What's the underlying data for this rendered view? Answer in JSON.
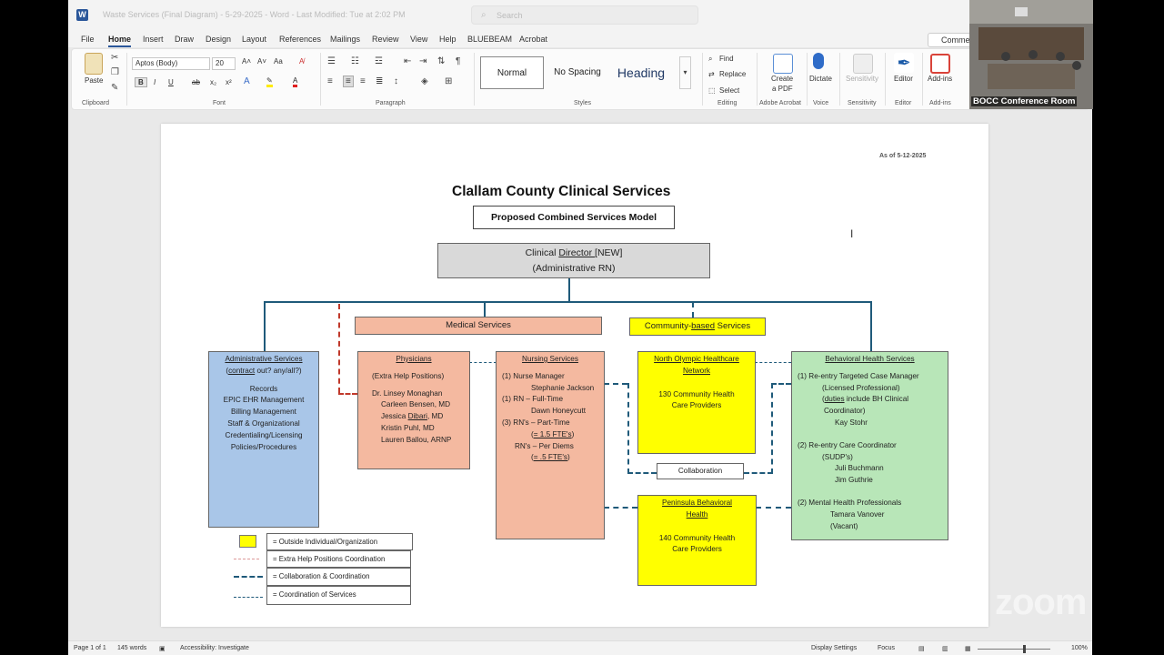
{
  "titlebar": {
    "app_icon": "W",
    "doc_title": "Waste Services (Final Diagram) - 5-29-2025 - Word - Last Modified: Tue at 2:02 PM",
    "search_placeholder": "Search"
  },
  "menu": {
    "tabs": [
      "File",
      "Home",
      "Insert",
      "Draw",
      "Design",
      "Layout",
      "References",
      "Mailings",
      "Review",
      "View",
      "Help",
      "BLUEBEAM",
      "Acrobat"
    ],
    "active": "Home",
    "comments": "Comme"
  },
  "ribbon": {
    "clipboard": {
      "paste": "Paste",
      "label": "Clipboard"
    },
    "font": {
      "name": "Aptos (Body)",
      "size": "20",
      "label": "Font"
    },
    "paragraph": {
      "label": "Paragraph"
    },
    "styles": {
      "items": [
        "Normal",
        "No Spacing",
        "Heading"
      ],
      "label": "Styles"
    },
    "editing": {
      "find": "Find",
      "replace": "Replace",
      "select": "Select",
      "label": "Editing"
    },
    "acrobat": {
      "create_pdf_1": "Create",
      "create_pdf_2": "a PDF",
      "label": "Adobe Acrobat"
    },
    "voice": {
      "dictate": "Dictate",
      "label": "Voice"
    },
    "sensitivity": {
      "btn": "Sensitivity",
      "label": "Sensitivity"
    },
    "editor": {
      "btn": "Editor",
      "label": "Editor"
    },
    "addins": {
      "btn": "Add-ins",
      "label": "Add-ins"
    }
  },
  "doc": {
    "as_of": "As of 5-12-2025",
    "title": "Clallam County Clinical Services",
    "subtitle": "Proposed Combined Services Model",
    "director": {
      "line1a": "Clinical ",
      "line1b": "Director ",
      "line1c": " [NEW]",
      "line2": "(Administrative RN)"
    },
    "medical": "Medical Services",
    "community": {
      "a": "Community-",
      "b": "based",
      "c": " Services"
    },
    "admin": {
      "title": "Administrative Services",
      "sub_a": "(",
      "sub_b": "contract",
      "sub_c": " out?  any/all?)",
      "items": [
        "Records",
        "EPIC EHR Management",
        "Billing Management",
        "Staff & Organizational",
        "Credentialing/Licensing",
        "Policies/Procedures"
      ]
    },
    "physicians": {
      "title": "Physicians",
      "sub": "(Extra Help Positions)",
      "n1": "Dr. Linsey Monaghan",
      "n2": "Carleen Bensen, MD",
      "n3a": "Jessica ",
      "n3b": "Dibari",
      "n3c": ", MD",
      "n4": "Kristin Puhl, MD",
      "n5": "Lauren Ballou, ARNP"
    },
    "nursing": {
      "title": "Nursing Services",
      "l1": "(1)   Nurse Manager",
      "l2": "Stephanie Jackson",
      "l3": "(1)   RN – Full-Time",
      "l4": "Dawn Honeycutt",
      "l5": "(3)   RN's – Part-Time",
      "l6a": "(",
      "l6b": "= 1.5 FTE's",
      "l6c": ")",
      "l7": "RN's – Per Diems",
      "l8a": "(",
      "l8b": "= .5 FTE's",
      "l8c": ")"
    },
    "nohn": {
      "title1": "North Olympic Healthcare",
      "title2": "Network",
      "sub1": "130 Community Health",
      "sub2": "Care Providers"
    },
    "collab": "Collaboration",
    "peninsula": {
      "title1": "Peninsula Behavioral",
      "title2": "Health",
      "sub1": "140 Community Health",
      "sub2": "Care Providers"
    },
    "bh": {
      "title": "Behavioral Health Services",
      "l1": "(1)   Re-entry Targeted Case Manager",
      "l2": "(Licensed Professional)",
      "l3a": "(",
      "l3b": "duties",
      "l3c": " include BH Clinical",
      "l4": "Coordinator)",
      "l5": "Kay Stohr",
      "l6": "(2)   Re-entry Care Coordinator",
      "l7": "(SUDP's)",
      "l8": "Juli Buchmann",
      "l9": "Jim Guthrie",
      "l10": "(2)   Mental Health Professionals",
      "l11": "Tamara Vanover",
      "l12": "(Vacant)"
    },
    "legend": [
      "= Outside Individual/Organization",
      "= Extra Help Positions Coordination",
      "= Collaboration & Coordination",
      "= Coordination of Services"
    ]
  },
  "status": {
    "page": "Page 1 of 1",
    "words": "145 words",
    "accessibility": "Accessibility: Investigate",
    "display": "Display Settings",
    "focus": "Focus",
    "zoom": "100%"
  },
  "zoom_app": {
    "room_label": "BOCC Conference Room",
    "watermark": "zoom"
  },
  "colors": {
    "director_fill": "#d9d9d9",
    "medical_fill": "#f4b9a0",
    "community_fill": "#ffff00",
    "admin_fill": "#a9c6e8",
    "bh_fill": "#b8e6b8",
    "connector": "#1f5a7a",
    "red_dash": "#c0392b"
  }
}
